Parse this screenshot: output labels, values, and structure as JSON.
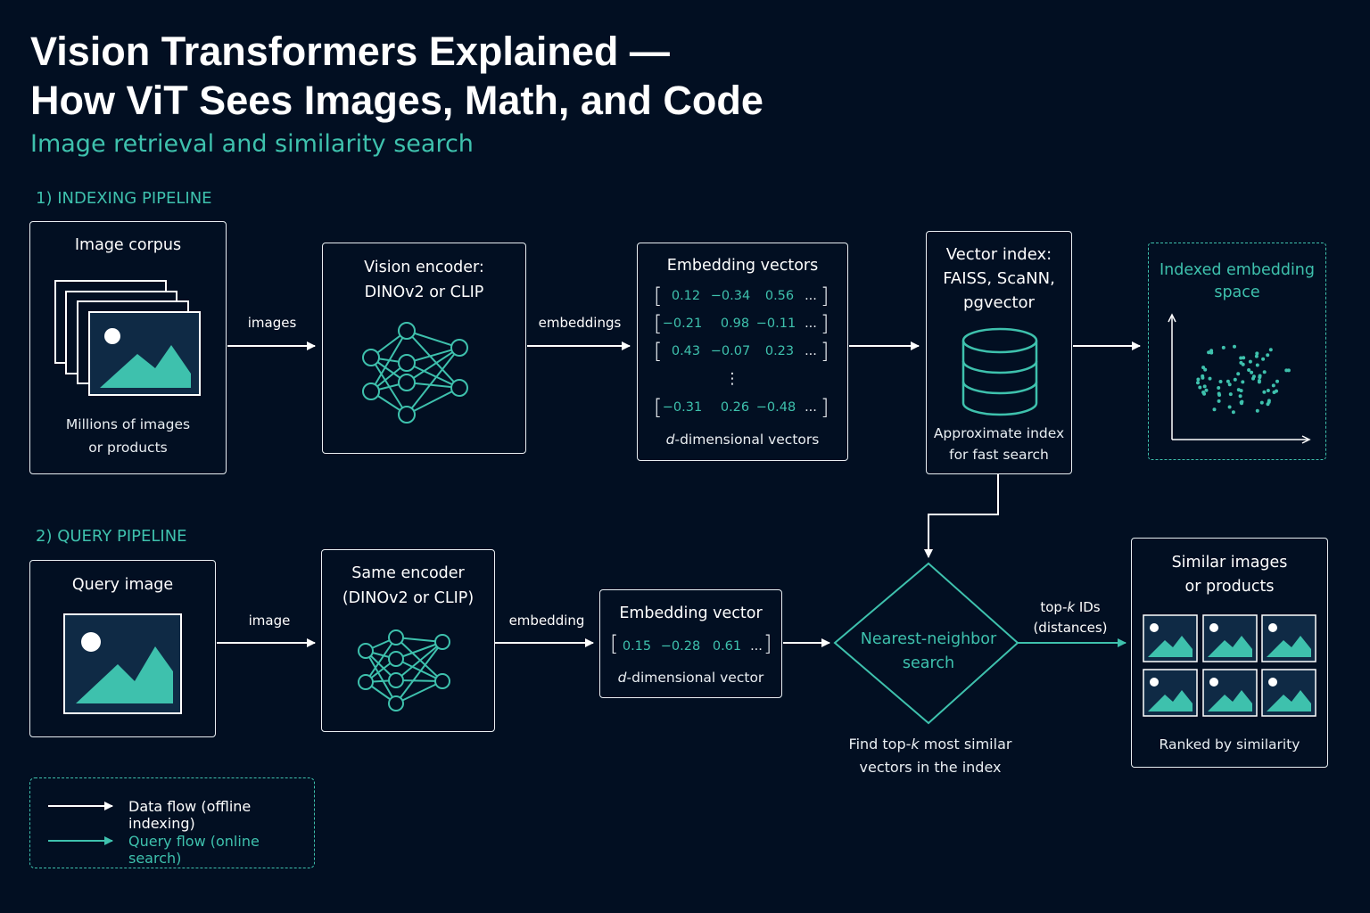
{
  "header": {
    "title_line1": "Vision Transformers Explained —",
    "title_line2": "How ViT Sees Images, Math, and Code",
    "subtitle": "Image retrieval and similarity search"
  },
  "indexing": {
    "section_label": "1) INDEXING PIPELINE",
    "corpus": {
      "title": "Image corpus",
      "note_line1": "Millions of images",
      "note_line2": "or products"
    },
    "edge_images": "images",
    "encoder": {
      "title_line1": "Vision encoder:",
      "title_line2": "DINOv2 or CLIP"
    },
    "edge_embeddings": "embeddings",
    "embeddings": {
      "title": "Embedding vectors",
      "rows": [
        [
          "0.12",
          "−0.34",
          "0.56",
          "..."
        ],
        [
          "−0.21",
          "0.98",
          "−0.11",
          "..."
        ],
        [
          "0.43",
          "−0.07",
          "0.23",
          "..."
        ],
        [
          "−0.31",
          "0.26",
          "−0.48",
          "..."
        ]
      ],
      "vdots": "⋮",
      "note_prefix": "d",
      "note_rest": "-dimensional vectors"
    },
    "vector_index": {
      "title_line1": "Vector index:",
      "title_line2": "FAISS, ScaNN,",
      "title_line3": "pgvector",
      "note_line1": "Approximate index",
      "note_line2": "for fast search"
    },
    "space": {
      "title_line1": "Indexed embedding",
      "title_line2": "space"
    }
  },
  "query": {
    "section_label": "2) QUERY PIPELINE",
    "query_image": {
      "title": "Query image"
    },
    "edge_image": "image",
    "encoder": {
      "title_line1": "Same encoder",
      "title_line2": "(DINOv2 or CLIP)"
    },
    "edge_embedding": "embedding",
    "embedding": {
      "title": "Embedding vector",
      "row": [
        "0.15",
        "−0.28",
        "0.61",
        "..."
      ],
      "note_prefix": "d",
      "note_rest": "-dimensional vector"
    },
    "nn": {
      "title_line1": "Nearest-neighbor",
      "title_line2": "search",
      "note_line1_pre": "Find top-",
      "note_line1_k": "k",
      "note_line1_post": " most similar",
      "note_line2": "vectors in the index"
    },
    "edge_topk_line1_pre": "top-",
    "edge_topk_k": "k",
    "edge_topk_line1_post": " IDs",
    "edge_topk_line2": "(distances)",
    "results": {
      "title_line1": "Similar images",
      "title_line2": "or products",
      "note": "Ranked by similarity"
    }
  },
  "legend": {
    "data_flow": "Data flow (offline indexing)",
    "query_flow": "Query flow (online search)"
  },
  "colors": {
    "background": "#020f22",
    "accent": "#3ec1ad",
    "stroke": "#e9eef2",
    "image_fill": "#0f2a45"
  },
  "icons": [
    "image-stack-icon",
    "neural-network-icon",
    "database-icon",
    "scatter-plot-icon",
    "image-icon",
    "arrow-icon"
  ]
}
